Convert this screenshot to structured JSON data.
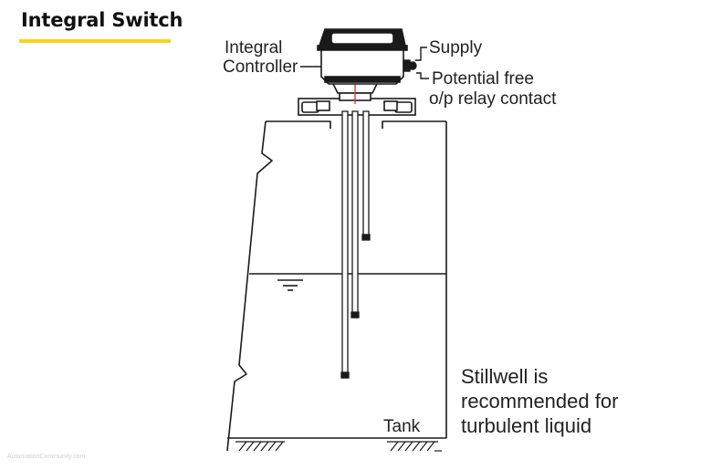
{
  "title": "Integral Switch",
  "labels": {
    "integral_controller": [
      "Integral",
      "Controller"
    ],
    "supply": "Supply",
    "potential_free": [
      "Potential free",
      "o/p relay contact"
    ],
    "tank": "Tank",
    "stillwell": [
      "Stillwell is",
      "recommended for",
      "turbulent liquid"
    ]
  },
  "watermark": "AutomationCommunity.com",
  "colors": {
    "accent_underline": "#f4d41c",
    "line": "#1a1a1a",
    "probe_center": "#d23b3b"
  }
}
